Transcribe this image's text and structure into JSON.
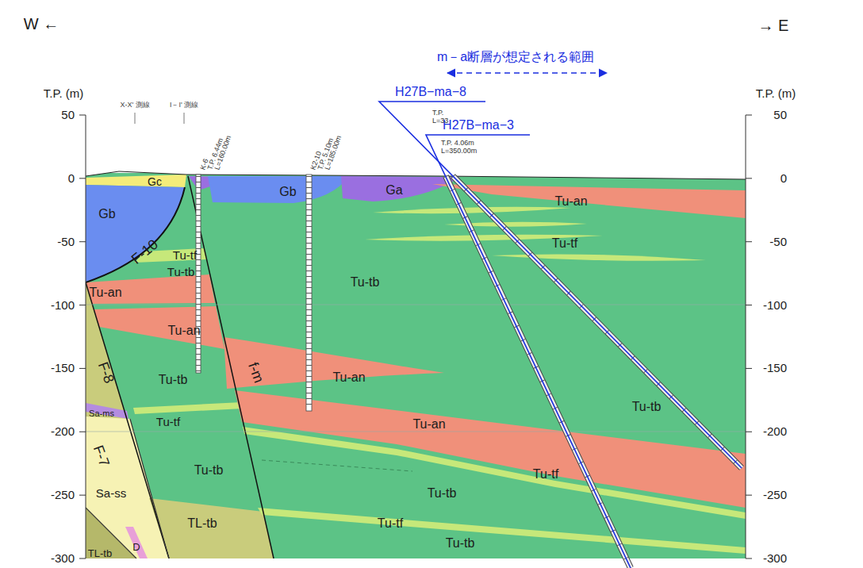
{
  "diagram": {
    "labels": [
      "W ←",
      "→ E",
      "m－a断層が想定される範囲",
      "H27B−ma−8",
      "H27B−ma−3",
      "T.P. (m)",
      "T.P. (m)",
      "50",
      "0",
      "-50",
      "-100",
      "-150",
      "-200",
      "-250",
      "-300",
      "50",
      "0",
      "-50",
      "-100",
      "-150",
      "-200",
      "-250",
      "-300",
      "X-X' 測線",
      "I－I' 測線",
      "K-6",
      "T.P. 6.44m",
      "L=160.00m",
      "K2-10",
      "T.P. 5.10m",
      "L=185.00m",
      "T.P.",
      "L=33",
      "T.P. 4.06m",
      "L=350.00m",
      "Gc",
      "Gb",
      "F-10",
      "Tu-tf",
      "Tu-tb",
      "Tu-an",
      "Tu-an",
      "F-8",
      "Tu-tb",
      "Sa-ms",
      "Tu-tf",
      "F-7",
      "Sa-ss",
      "Tu-tb",
      "TL-tb",
      "D",
      "TL-tb",
      "f-m",
      "Gb",
      "Ga",
      "Tu-an",
      "Tu-tf",
      "Tu-tb",
      "Tu-an",
      "Tu-an",
      "Tu-tb",
      "Tu-tf",
      "Tu-tb",
      "Tu-tf",
      "Tu-tb"
    ]
  }
}
